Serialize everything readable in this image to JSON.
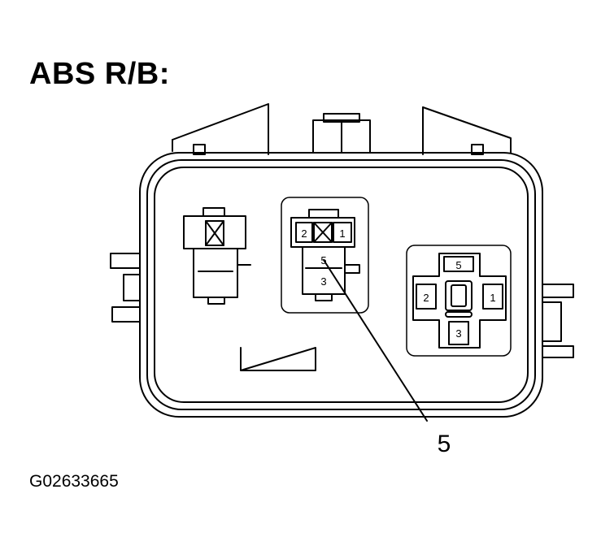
{
  "title": "ABS R/B:",
  "figure_code": "G02633665",
  "callout": {
    "label": "5"
  },
  "relay_small": {
    "pins": {
      "p1": "1",
      "p2": "2",
      "p3": "3",
      "p5": "5"
    }
  },
  "relay_large": {
    "pins": {
      "p1": "1",
      "p2": "2",
      "p3": "3",
      "p5": "5"
    }
  },
  "colors": {
    "line": "#000000",
    "background": "#ffffff"
  }
}
